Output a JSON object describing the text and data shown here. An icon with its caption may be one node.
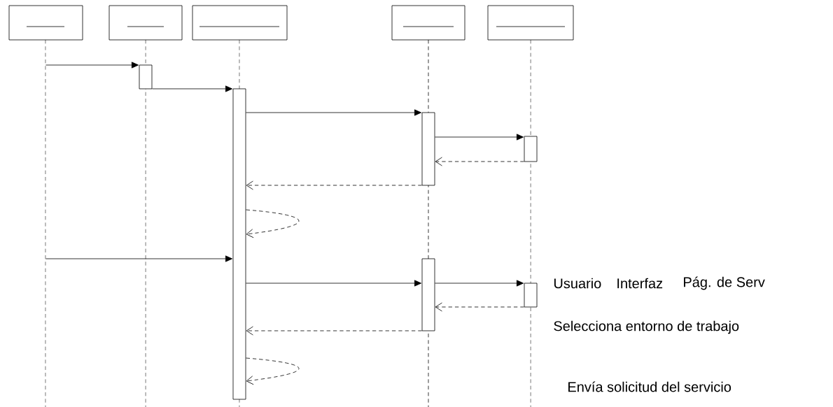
{
  "diagram": {
    "nodes": [
      {
        "text": [],
        "shape": "box"
      },
      {
        "text": [],
        "shape": "box"
      },
      {
        "text": [],
        "shape": "box"
      },
      {
        "text": [],
        "shape": "box"
      },
      {
        "text": [],
        "shape": "box"
      },
      {
        "text": [],
        "shape": "bar"
      },
      {
        "text": [],
        "shape": "bar"
      },
      {
        "text": [],
        "shape": "bar"
      },
      {
        "text": [],
        "shape": "bar"
      },
      {
        "text": [],
        "shape": "bar"
      },
      {
        "text": [],
        "shape": "bar"
      }
    ],
    "edges": [
      {
        "from": 0,
        "to": 5,
        "arrow": "to"
      },
      {
        "from": 5,
        "to": 6,
        "arrow": "to"
      },
      {
        "from": 6,
        "to": 7,
        "arrow": "to"
      },
      {
        "from": 7,
        "to": 8,
        "arrow": "to"
      },
      {
        "from": 8,
        "to": 7,
        "arrow": "to",
        "style": "dashed"
      },
      {
        "from": 7,
        "to": 6,
        "arrow": "to",
        "style": "dashed"
      },
      {
        "from": 6,
        "to": 6,
        "arrow": "to",
        "style": "dashed"
      },
      {
        "from": 0,
        "to": 6,
        "arrow": "to"
      },
      {
        "from": 6,
        "to": 9,
        "arrow": "to"
      },
      {
        "from": 9,
        "to": 10,
        "arrow": "to"
      },
      {
        "from": 10,
        "to": 9,
        "arrow": "to",
        "style": "dashed"
      },
      {
        "from": 9,
        "to": 6,
        "arrow": "to",
        "style": "dashed"
      },
      {
        "from": 6,
        "to": 6,
        "arrow": "to",
        "style": "dashed"
      }
    ],
    "labels": [
      "Usuario",
      "Interfaz",
      "Pág. de Serv",
      "Selecciona entorno de trabajo",
      "Envía solicitud del servicio"
    ]
  }
}
